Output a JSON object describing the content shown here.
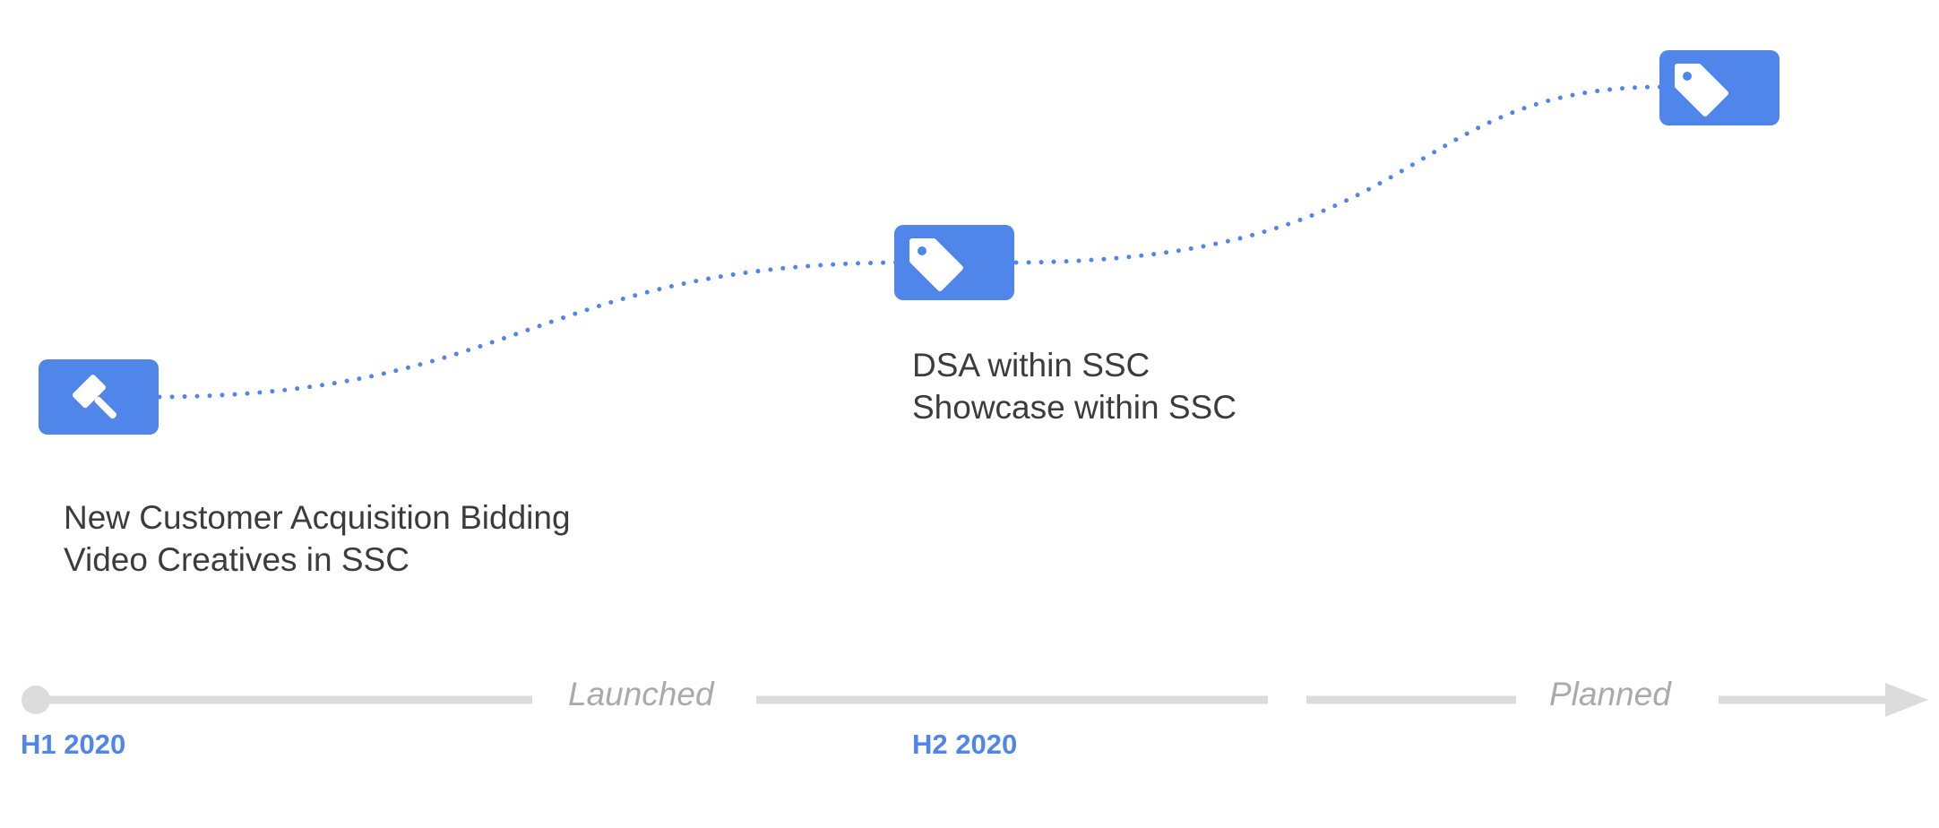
{
  "colors": {
    "accent": "#5085EA",
    "timeline": "#DCDCDC",
    "text": "#3C3C3C",
    "phase_text": "#AAAAAA"
  },
  "milestones": [
    {
      "icon": "gavel-icon",
      "lines": [
        "New Customer Acquisition Bidding",
        "Video Creatives in SSC"
      ]
    },
    {
      "icon": "tag-icon",
      "lines": [
        "DSA within SSC",
        "Showcase within SSC"
      ]
    },
    {
      "icon": "tag-icon",
      "lines": []
    }
  ],
  "timeline": {
    "phases": [
      "Launched",
      "Planned"
    ],
    "periods": [
      "H1 2020",
      "H2 2020"
    ]
  }
}
